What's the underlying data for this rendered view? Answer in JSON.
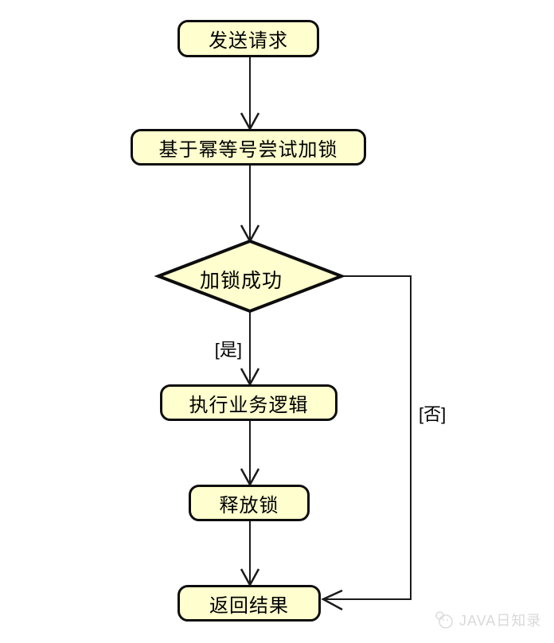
{
  "diagram": {
    "type": "flowchart",
    "nodes": [
      {
        "id": "send-request",
        "label": "发送请求",
        "shape": "rounded-rect"
      },
      {
        "id": "try-lock",
        "label": "基于幂等号尝试加锁",
        "shape": "rounded-rect"
      },
      {
        "id": "lock-success",
        "label": "加锁成功",
        "shape": "diamond"
      },
      {
        "id": "execute-business",
        "label": "执行业务逻辑",
        "shape": "rounded-rect"
      },
      {
        "id": "release-lock",
        "label": "释放锁",
        "shape": "rounded-rect"
      },
      {
        "id": "return-result",
        "label": "返回结果",
        "shape": "rounded-rect"
      }
    ],
    "edges": [
      {
        "from": "send-request",
        "to": "try-lock",
        "label": ""
      },
      {
        "from": "try-lock",
        "to": "lock-success",
        "label": ""
      },
      {
        "from": "lock-success",
        "to": "execute-business",
        "label": "[是]"
      },
      {
        "from": "execute-business",
        "to": "release-lock",
        "label": ""
      },
      {
        "from": "release-lock",
        "to": "return-result",
        "label": ""
      },
      {
        "from": "lock-success",
        "to": "return-result",
        "label": "[否]"
      }
    ],
    "edge_labels": {
      "yes": "[是]",
      "no": "[否]"
    }
  },
  "watermark": {
    "text": "JAVA日知录",
    "icon": "logo-icon"
  },
  "colors": {
    "node_fill": "#FEFECE",
    "node_border": "#0D0D0D",
    "connector": "#1A1A1A",
    "text": "#000000",
    "watermark": "#D9D9D9",
    "background": "#FFFFFF"
  }
}
